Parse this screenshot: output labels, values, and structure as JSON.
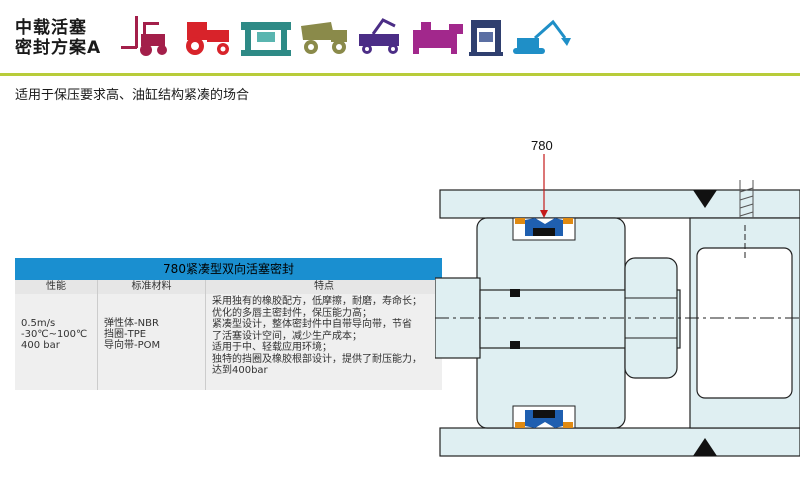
{
  "header": {
    "title_line1": "中载活塞",
    "title_line2": "密封方案A",
    "accent_color": "#b8cc3a",
    "icons": [
      "forklift-icon",
      "tractor-icon",
      "press-machine-icon",
      "dump-truck-icon",
      "mining-vehicle-icon",
      "injection-molding-machine-icon",
      "hydraulic-press-icon",
      "excavator-icon"
    ]
  },
  "subtitle": "适用于保压要求高、油缸结构紧凑的场合",
  "table": {
    "title": "780紧凑型双向活塞密封",
    "headers": [
      "性能",
      "标准材料",
      "特点"
    ],
    "performance": "0.5m/s\n-30℃~100℃\n400 bar",
    "materials": "弹性体-NBR\n挡圈-TPE\n导向带-POM",
    "features": "采用独有的橡胶配方，低摩擦，耐磨，寿命长；\n优化的多唇主密封件，保压能力高；\n紧凑型设计，整体密封件中自带导向带，节省\n了活塞设计空间，减少生产成本；\n适用于中、轻载应用环境；\n独特的挡圈及橡胶根部设计，提供了耐压能力，\n达到400bar"
  },
  "drawing": {
    "part_label": "780",
    "seal_color": "#1f5fb0",
    "backup_ring_color": "#e08a12",
    "body_color": "#dfeff2"
  }
}
